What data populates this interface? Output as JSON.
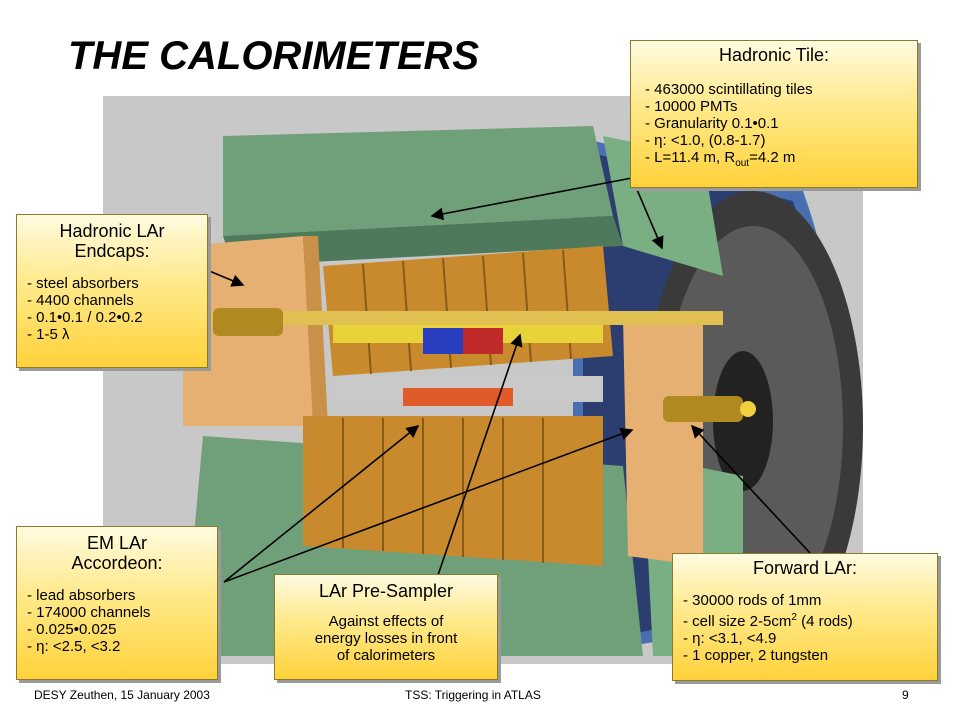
{
  "slide": {
    "title": "THE CALORIMETERS"
  },
  "boxes": {
    "hadronic_tile": {
      "heading": "Hadronic Tile:",
      "items": [
        "- 463000 scintillating tiles",
        "- 10000 PMTs",
        "- Granularity 0.1•0.1",
        "- η: <1.0, (0.8-1.7)",
        "- L=11.4 m, R",
        "out",
        "=4.2 m"
      ]
    },
    "hadronic_lar_endcaps": {
      "heading_line1": "Hadronic LAr",
      "heading_line2": "Endcaps:",
      "items": [
        "- steel absorbers",
        "- 4400 channels",
        "- 0.1•0.1 / 0.2•0.2",
        "- 1-5 λ"
      ]
    },
    "em_lar_accordeon": {
      "heading_line1": "EM LAr",
      "heading_line2": "Accordeon:",
      "items": [
        "- lead absorbers",
        "- 174000 channels",
        "- 0.025•0.025",
        "- η: <2.5, <3.2"
      ]
    },
    "lar_presampler": {
      "heading": "LAr Pre-Sampler",
      "body_line1": "Against effects of",
      "body_line2": "energy losses in front",
      "body_line3": "of calorimeters"
    },
    "forward_lar": {
      "heading": "Forward LAr:",
      "items": [
        "- 30000 rods of 1mm",
        "- cell size 2-5cm",
        "2",
        " (4 rods)",
        "- η: <3.1, <4.9",
        "- 1 copper, 2 tungsten"
      ]
    }
  },
  "footer": {
    "left": "DESY Zeuthen, 15 January 2003",
    "center": "TSS: Triggering in ATLAS",
    "page": "9"
  },
  "colors": {
    "box_gradient_top": "#fffbe0",
    "box_gradient_bottom": "#ffd23a",
    "figure_background": "#c8c8c8",
    "tile_green": "#6fa07a",
    "em_barrel_orange": "#c98a2e",
    "endcap_tan": "#e6b072"
  }
}
